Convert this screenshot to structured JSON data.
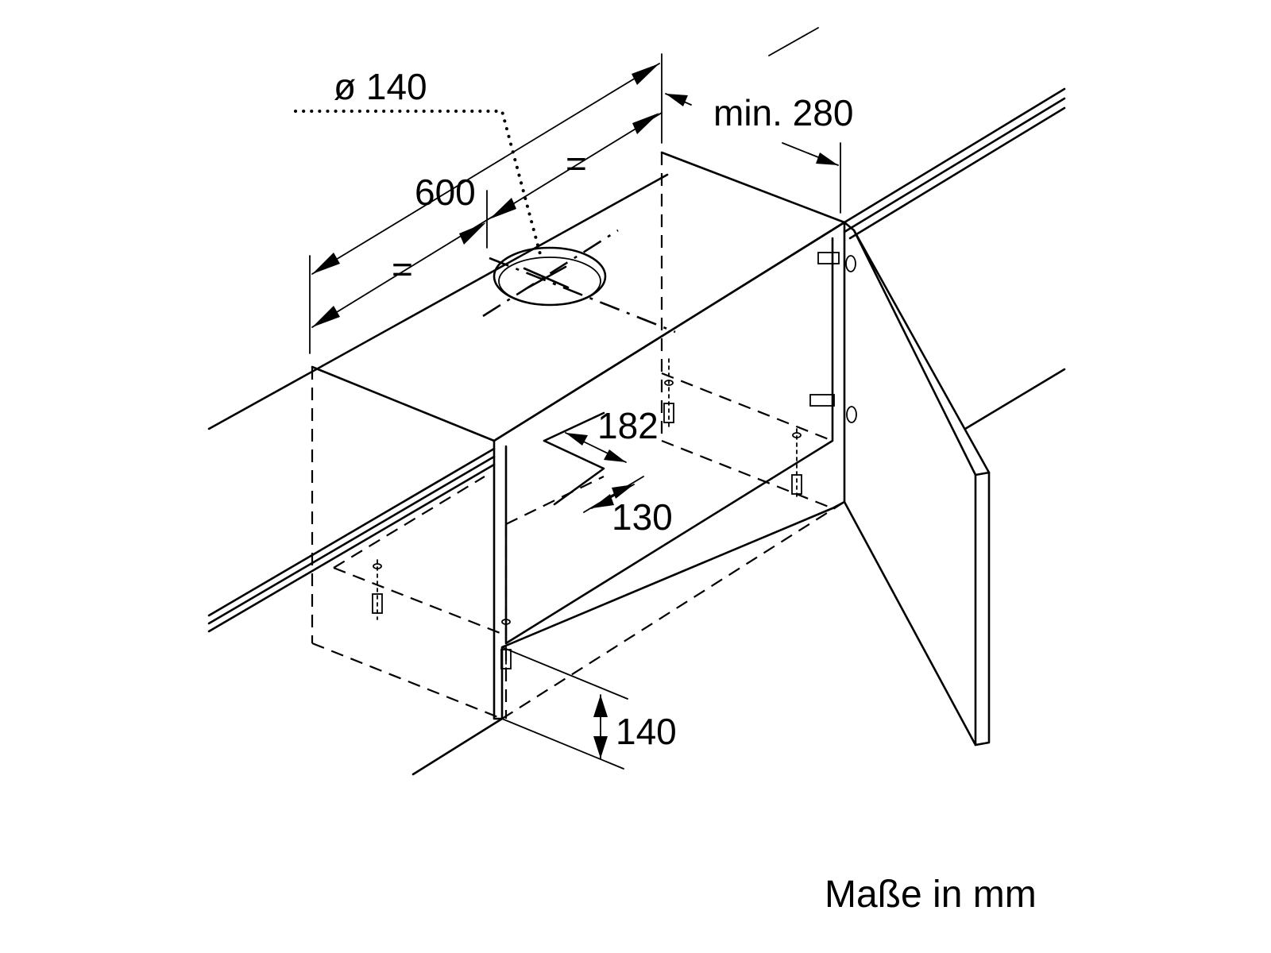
{
  "labels": {
    "duct_diameter": "ø 140",
    "width": "600",
    "min_depth": "min. 280",
    "equal_top": "=",
    "equal_bottom": "=",
    "cutout_depth": "182",
    "cutout_width": "130",
    "height": "140"
  },
  "footer_note": "Maße in mm",
  "colors": {
    "line": "#000000",
    "background": "#ffffff"
  }
}
